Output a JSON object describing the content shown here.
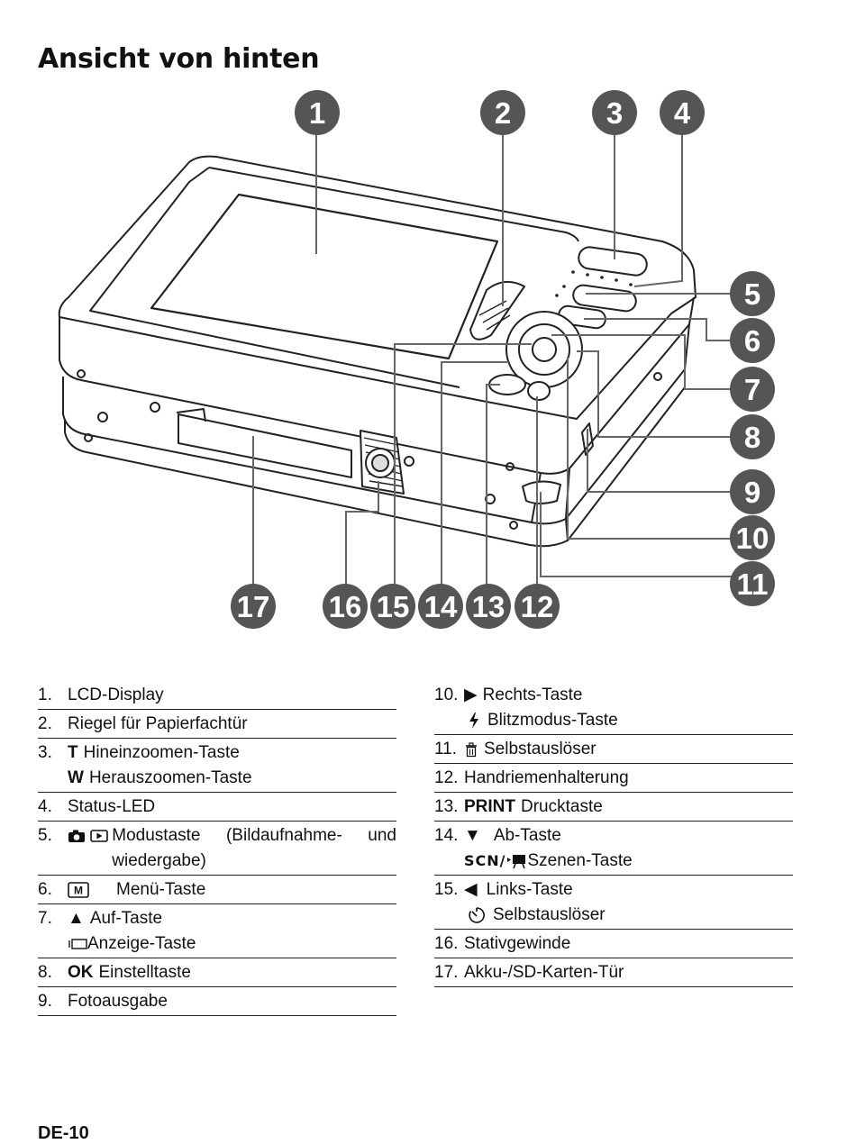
{
  "title": "Ansicht von hinten",
  "callouts": [
    "1",
    "2",
    "3",
    "4",
    "5",
    "6",
    "7",
    "8",
    "9",
    "10",
    "11",
    "12",
    "13",
    "14",
    "15",
    "16",
    "17"
  ],
  "left_items": [
    {
      "num": "1.",
      "text": "LCD-Display"
    },
    {
      "num": "2.",
      "text": "Riegel für Papierfachtür"
    },
    {
      "num": "3.",
      "sym1": "T",
      "text1": "Hineinzoomen-Taste",
      "sym2": "W",
      "text2": "Herauszoomen-Taste"
    },
    {
      "num": "4.",
      "text": "Status-LED"
    },
    {
      "num": "5.",
      "icons": [
        "camera-icon",
        "playback-icon"
      ],
      "text_a": "Modustaste (Bildaufnahme- und",
      "text_b": "wiedergabe)"
    },
    {
      "num": "6.",
      "icons": [
        "menu-icon"
      ],
      "text": "Menü-Taste"
    },
    {
      "num": "7.",
      "sym1": "▲",
      "text1": "Auf-Taste",
      "icons": [
        "display-icon"
      ],
      "text2": "Anzeige-Taste"
    },
    {
      "num": "8.",
      "sym": "OK",
      "text": "Einstelltaste"
    },
    {
      "num": "9.",
      "text": "Fotoausgabe"
    }
  ],
  "right_items": [
    {
      "num": "10.",
      "sym1": "▶",
      "text1": "Rechts-Taste",
      "icons": [
        "flash-icon"
      ],
      "text2": "Blitzmodus-Taste"
    },
    {
      "num": "11.",
      "icons": [
        "delete-icon"
      ],
      "text": "Selbstauslöser"
    },
    {
      "num": "12.",
      "text": "Handriemenhalterung"
    },
    {
      "num": "13.",
      "sym": "PRINT",
      "text": "Drucktaste"
    },
    {
      "num": "14.",
      "sym1": "▼",
      "text1": "Ab-Taste",
      "sym2": "SCN/",
      "icons": [
        "movie-icon"
      ],
      "text2": "Szenen-Taste"
    },
    {
      "num": "15.",
      "sym1": "◀",
      "text1": "Links-Taste",
      "icons": [
        "self-timer-icon"
      ],
      "text2": "Selbstauslöser"
    },
    {
      "num": "16.",
      "text": "Stativgewinde"
    },
    {
      "num": "17.",
      "text": "Akku-/SD-Karten-Tür"
    }
  ],
  "footer": "DE-10"
}
